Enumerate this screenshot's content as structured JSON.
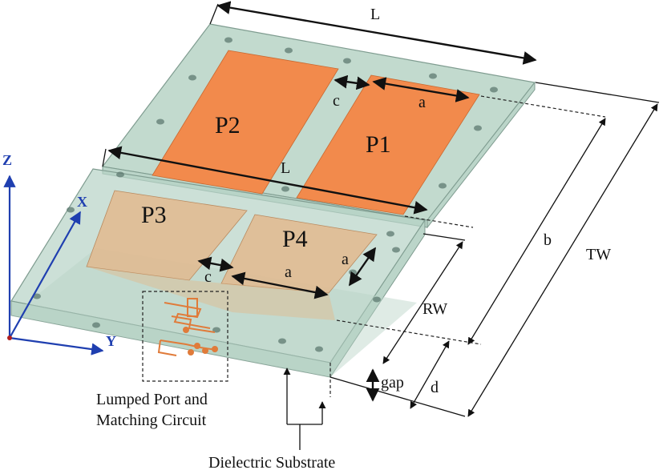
{
  "colors": {
    "substrate": "#b7d3c6",
    "substrate_edge": "#7f9c90",
    "patch_top": "#f28a4c",
    "patch_bottom": "#e3b78a",
    "circuit": "#e07b3a",
    "axis": "#1f3fb0"
  },
  "labels": {
    "L_top": "L",
    "L_bottom": "L",
    "c_top": "c",
    "a_top": "a",
    "P1": "P1",
    "P2": "P2",
    "P3": "P3",
    "P4": "P4",
    "c_bottom": "c",
    "a_bottom": "a",
    "a_side": "a",
    "b": "b",
    "TW": "TW",
    "RW": "RW",
    "gap": "gap",
    "d": "d",
    "axis_z": "Z",
    "axis_x": "X",
    "axis_y": "Y",
    "lumped_port_line1": "Lumped Port and",
    "lumped_port_line2": "Matching Circuit",
    "dielectric": "Dielectric Substrate"
  }
}
